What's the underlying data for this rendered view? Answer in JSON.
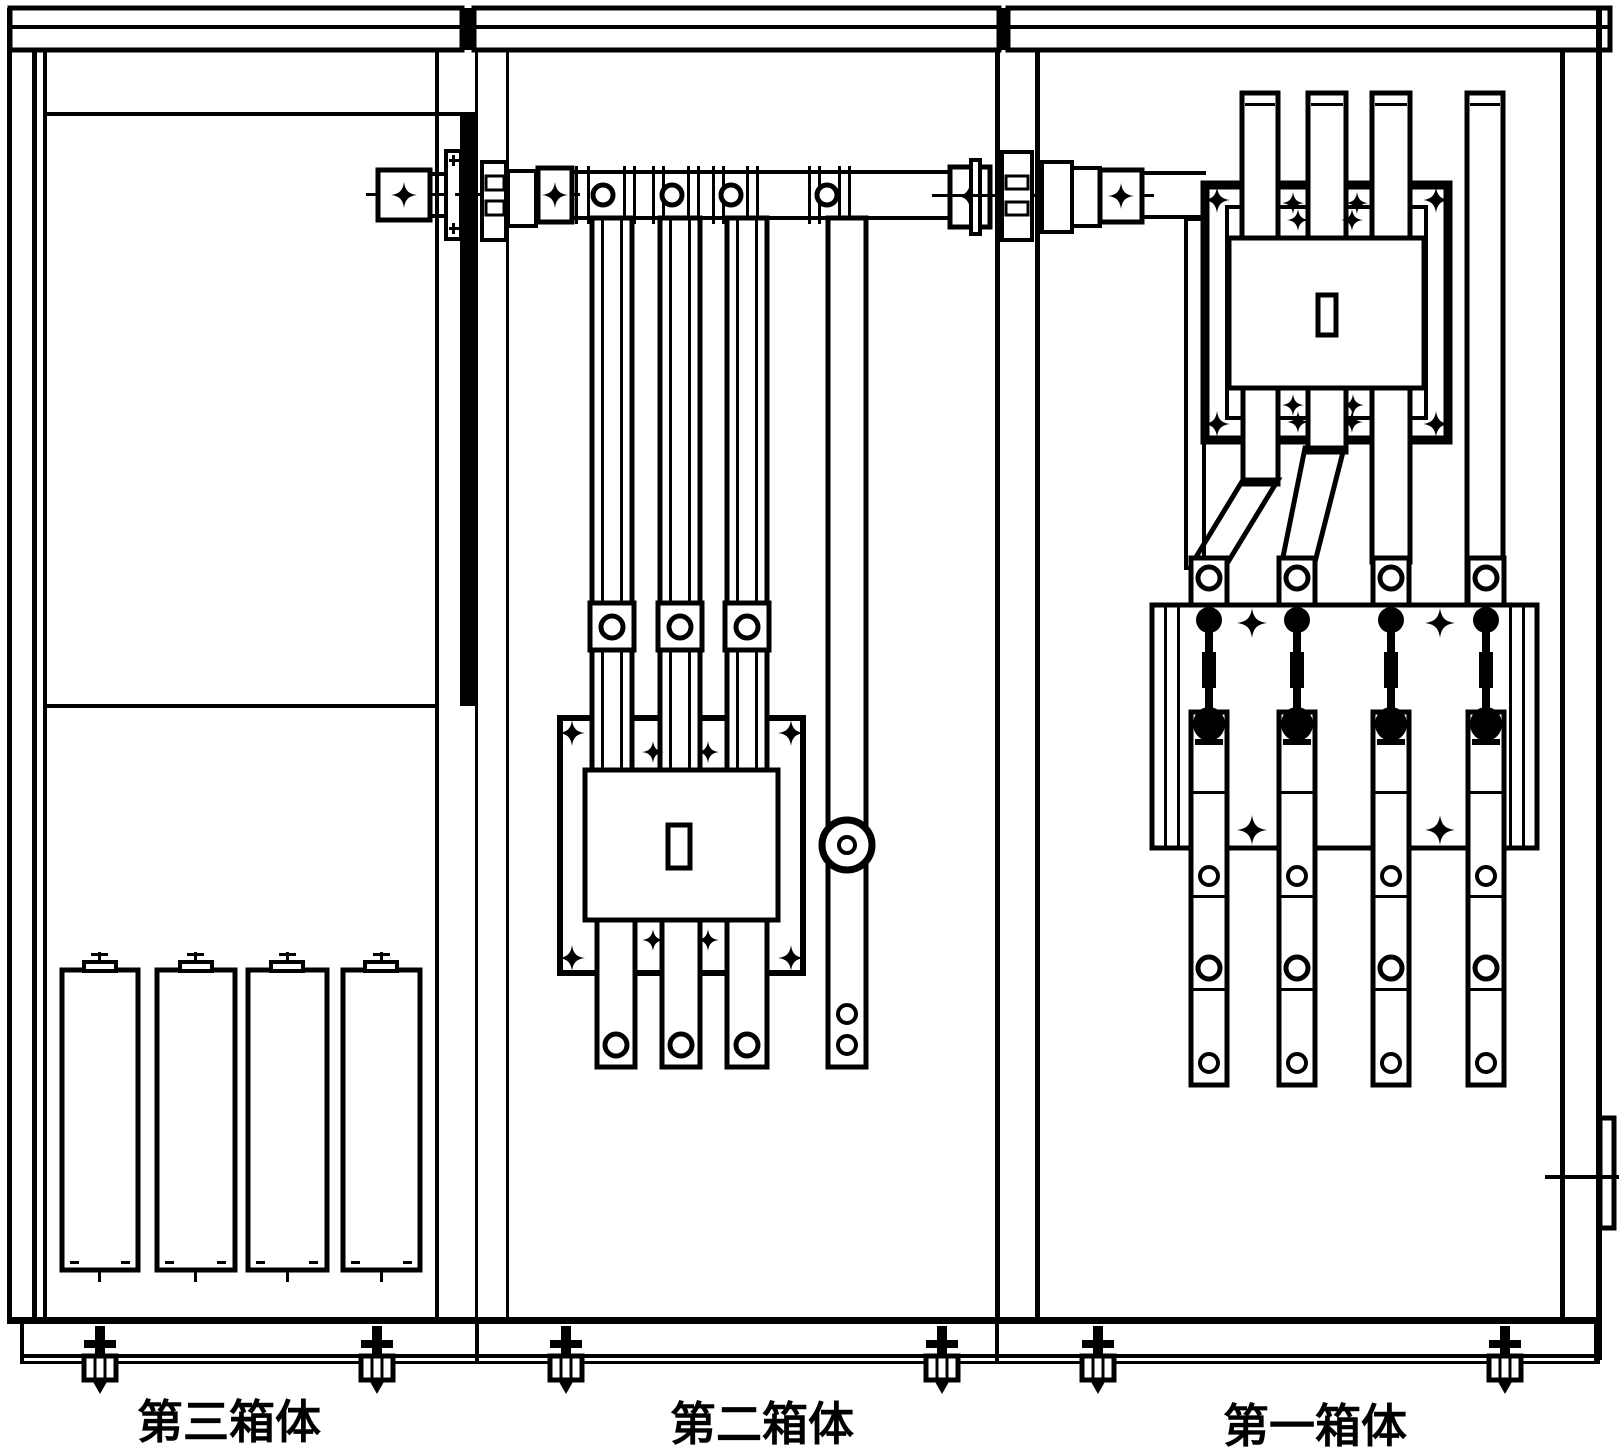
{
  "figure": {
    "background_color": "#ffffff",
    "line_color": "#000000",
    "labels": {
      "box3": "第三箱体",
      "box2": "第二箱体",
      "box1": "第一箱体"
    }
  }
}
